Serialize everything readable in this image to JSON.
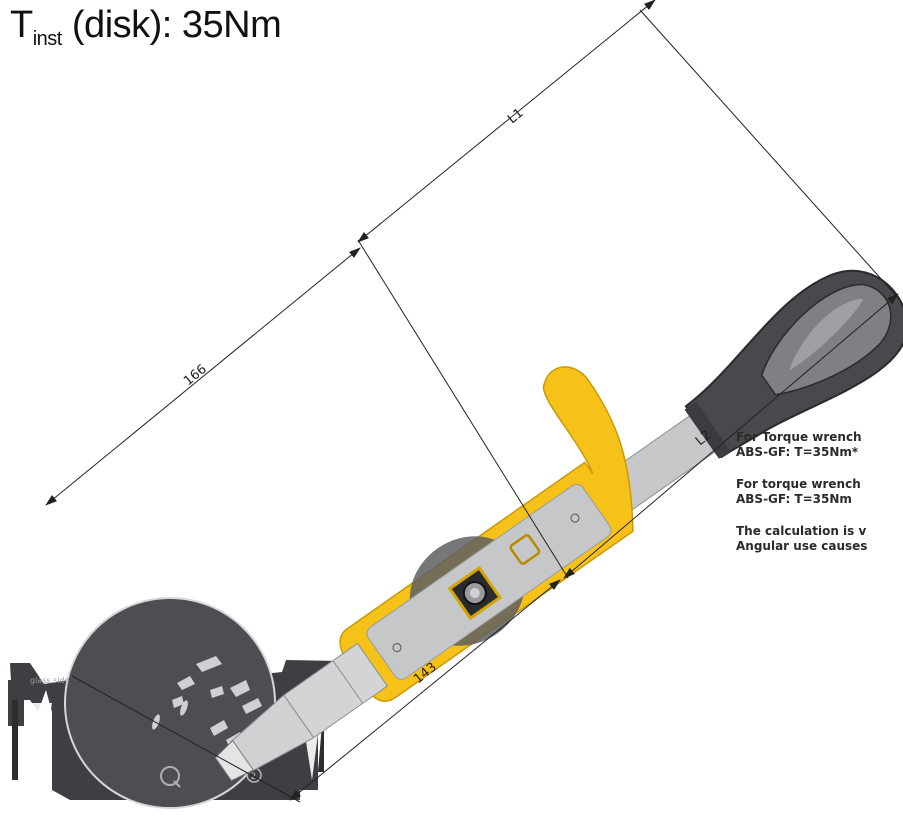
{
  "title": {
    "main": "T",
    "sub": "inst",
    "rest": " (disk): 35Nm"
  },
  "dimensions": {
    "l1": "L1",
    "l2": "L2",
    "d166": "166",
    "d143": "143"
  },
  "disk": {
    "glass_side": "glass side"
  },
  "notes": [
    {
      "line1": "For Torque wrench",
      "line2": "ABS-GF: T=35Nm*"
    },
    {
      "line1": "For torque wrench",
      "line2": "ABS-GF:  T=35Nm"
    },
    {
      "line1": "The calculation is v",
      "line2": "Angular use causes"
    }
  ],
  "colors": {
    "yellow": "#f6c21a",
    "dark_gray": "#4a4b4d",
    "mid_gray": "#7c7d80",
    "light_gray": "#c9cacc"
  },
  "icons": [
    "q-logo-icon",
    "recycle-number-icon",
    "square-drive-icon"
  ]
}
